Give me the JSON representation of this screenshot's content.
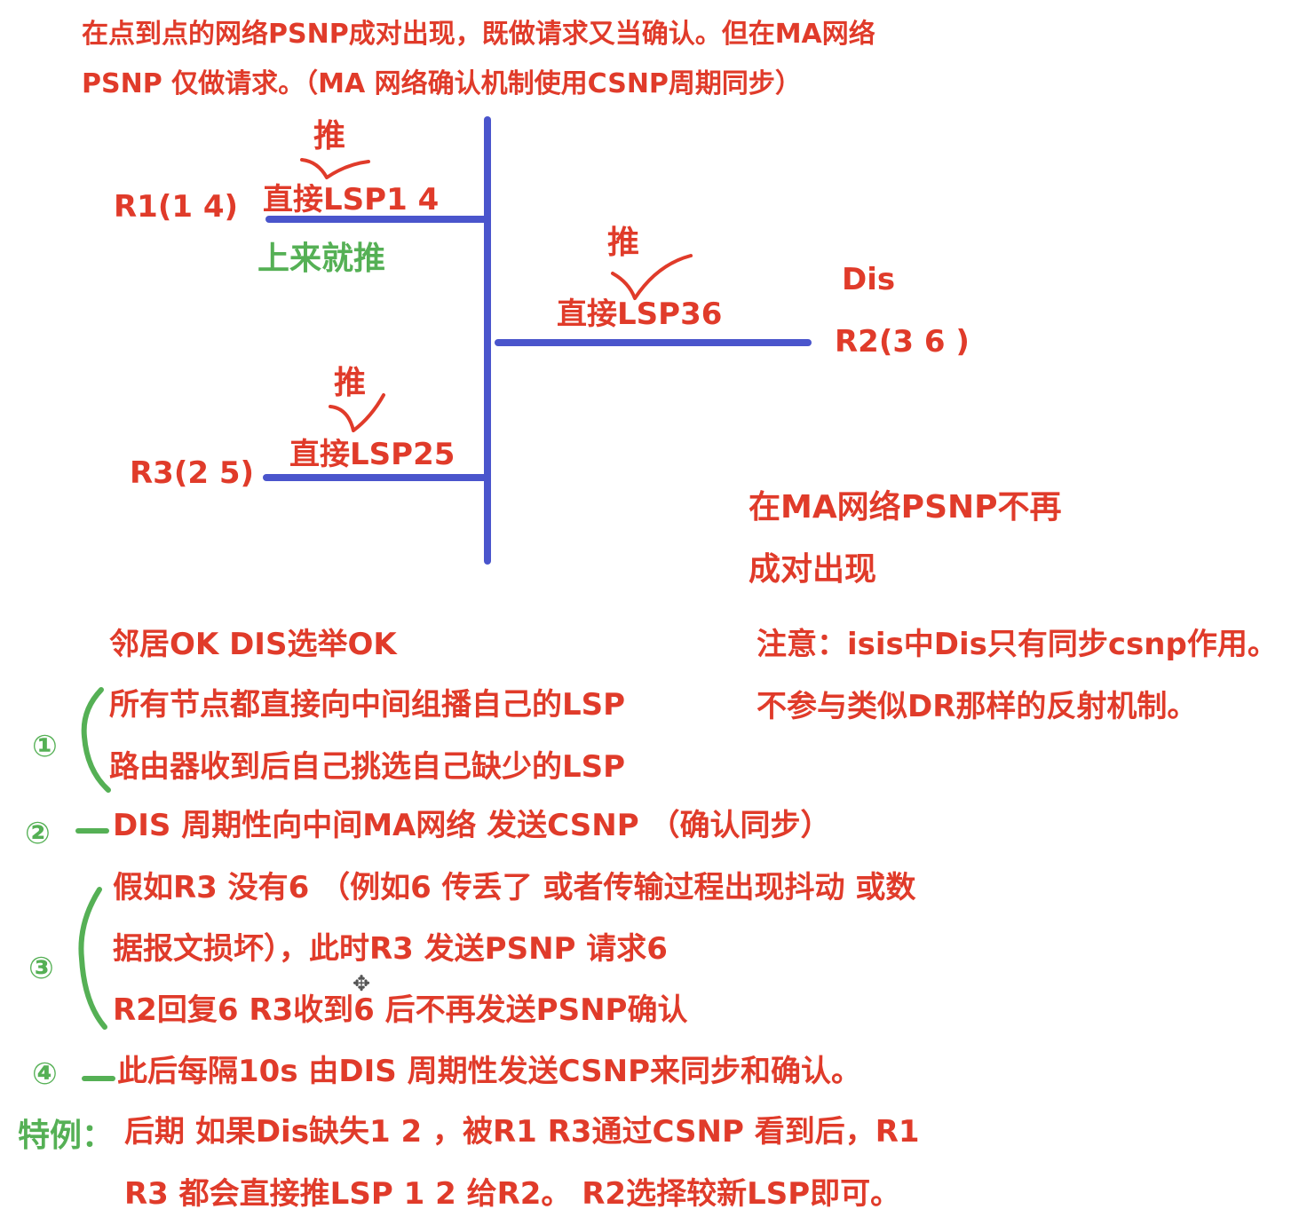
{
  "colors": {
    "red": "#e03b2a",
    "green": "#55b055",
    "blue": "#4a55cc"
  },
  "header": {
    "line1": "在点到点的网络PSNP成对出现，既做请求又当确认。但在MA网络",
    "line2": "PSNP 仅做请求。（MA 网络确认机制使用CSNP周期同步）"
  },
  "diagram": {
    "r1": {
      "label": "R1(1 4)",
      "link_label": "直接LSP1 4",
      "push": "推",
      "note": "上来就推"
    },
    "r2": {
      "dis": "Dis",
      "label": "R2(3 6 )",
      "link_label": "直接LSP36",
      "push": "推"
    },
    "r3": {
      "label": "R3(2 5)",
      "link_label": "直接LSP25",
      "push": "推"
    }
  },
  "side_note": {
    "line1": "在MA网络PSNP不再",
    "line2": "成对出现"
  },
  "attention": {
    "line1": "注意：isis中Dis只有同步csnp作用。",
    "line2": "不参与类似DR那样的反射机制。"
  },
  "steps": {
    "heading": "邻居OK   DIS选举OK",
    "step1": {
      "num": "①",
      "lines": [
        "所有节点都直接向中间组播自己的LSP",
        "路由器收到后自己挑选自己缺少的LSP"
      ]
    },
    "step2": {
      "num": "②",
      "lines": [
        "DIS 周期性向中间MA网络 发送CSNP （确认同步）"
      ]
    },
    "step3": {
      "num": "③",
      "lines": [
        "假如R3 没有6 （例如6 传丢了 或者传输过程出现抖动 或数",
        "据报文损坏），此时R3 发送PSNP 请求6",
        "R2回复6    R3收到6 后不再发送PSNP确认"
      ]
    },
    "step4": {
      "num": "④",
      "lines": [
        "此后每隔10s 由DIS 周期性发送CSNP来同步和确认。"
      ]
    }
  },
  "special": {
    "label": "特例：",
    "line1": "后期 如果Dis缺失1 2 ，被R1 R3通过CSNP 看到后，R1",
    "line2": "R3 都会直接推LSP 1 2 给R2。 R2选择较新LSP即可。"
  }
}
